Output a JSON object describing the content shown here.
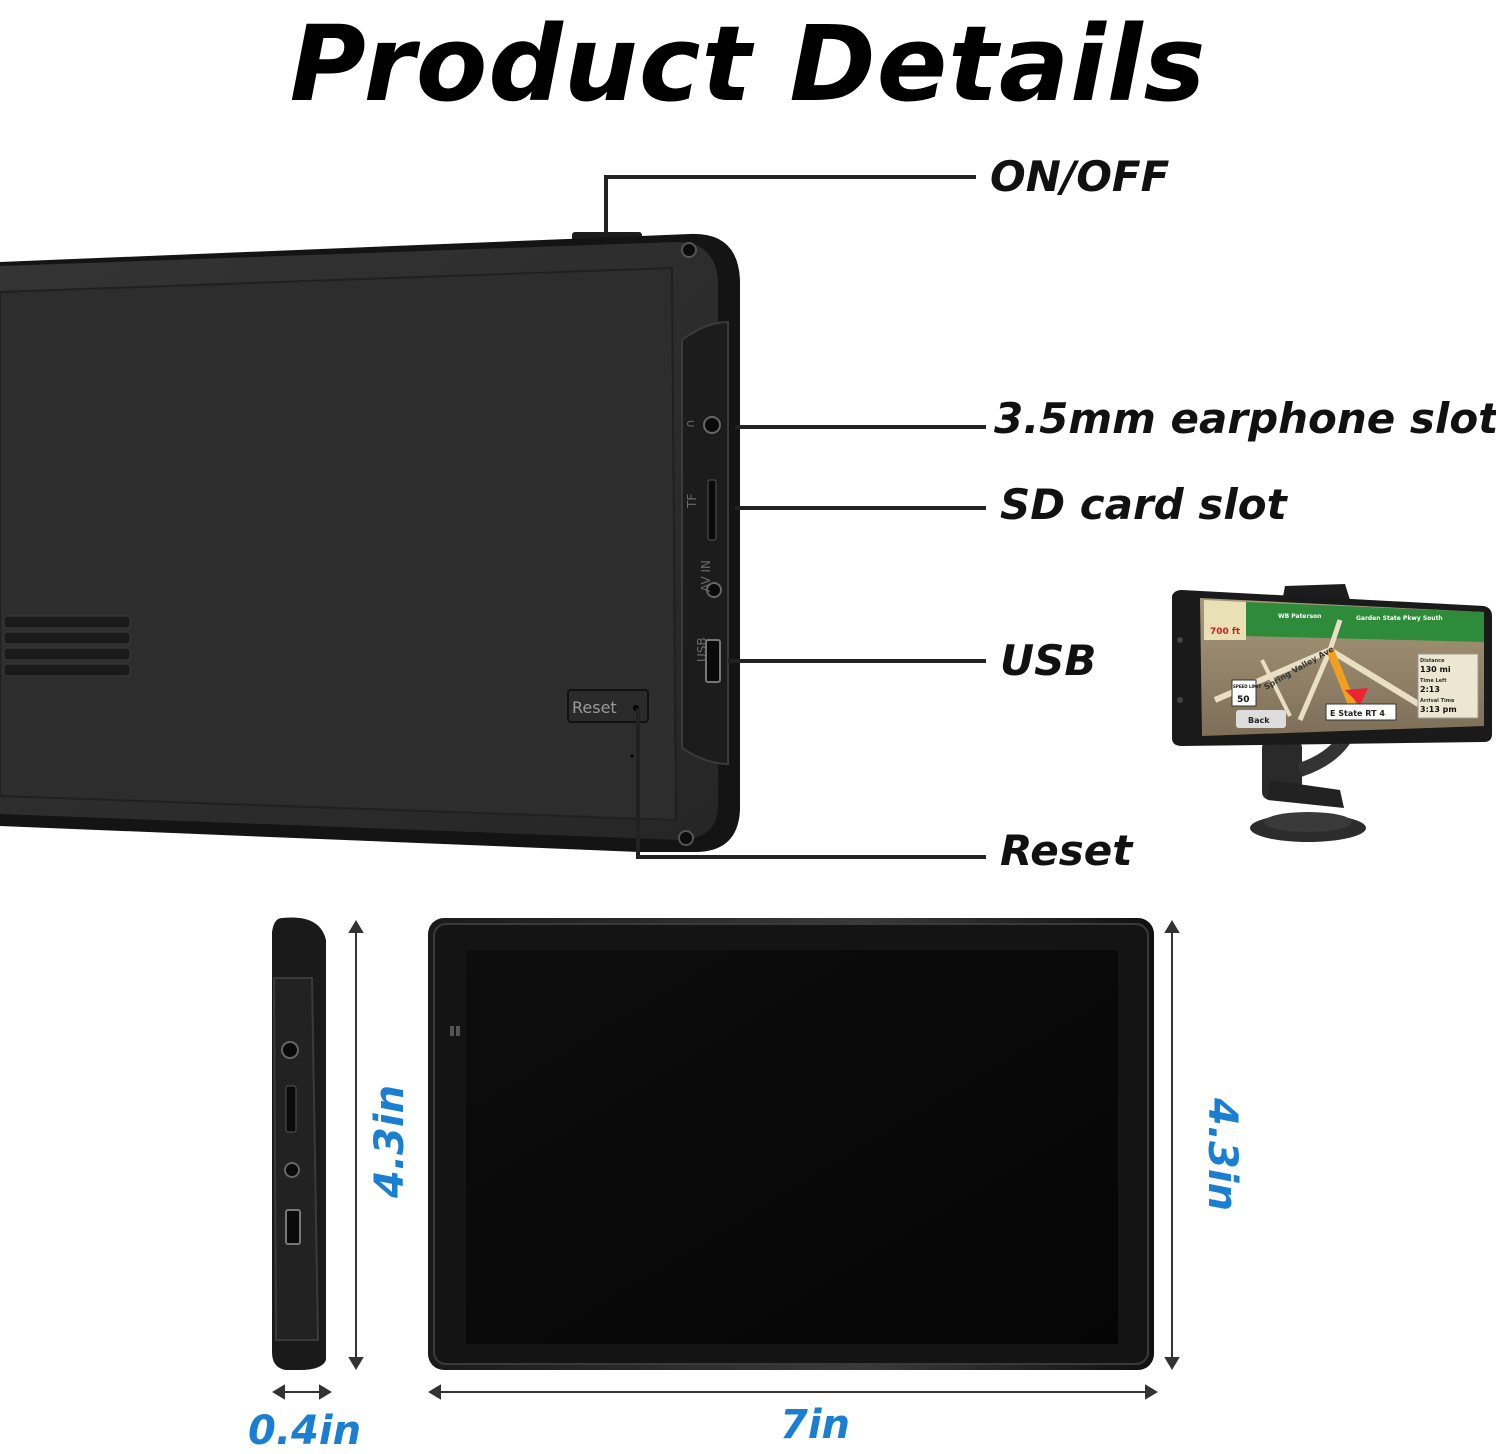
{
  "title": "Product Details",
  "callouts": {
    "on_off": "ON/OFF",
    "earphone": "3.5mm earphone slot",
    "sd_card": "SD card slot",
    "usb": "USB",
    "reset": "Reset"
  },
  "device_side_labels": {
    "earphone_glyph": "∩",
    "tf": "TF",
    "av_in": "AV IN",
    "usb": "USB",
    "reset_button": "Reset"
  },
  "dimensions": {
    "thickness": "0.4in",
    "height_left": "4.3in",
    "width": "7in",
    "height_right": "4.3in"
  },
  "gps_screen": {
    "street_left": "WB Paterson",
    "street_right": "Garden State Pkwy South",
    "distance": "700 ft",
    "road": "Spring Valley Ave",
    "speed_label": "SPEED LIMIT",
    "speed_value": "50",
    "back": "Back",
    "bottom_road": "E State RT 4",
    "distance_label": "Distance",
    "distance_value": "130 mi",
    "time_left_label": "Time Left",
    "time_left_value": "2:13",
    "arrival_label": "Arrival Time",
    "arrival_value": "3:13 pm"
  },
  "colors": {
    "accent_blue": "#1a7fd1",
    "device_body": "#2b2b2b",
    "screen": "#0a0a0a",
    "map_green": "#2e8b3a"
  }
}
